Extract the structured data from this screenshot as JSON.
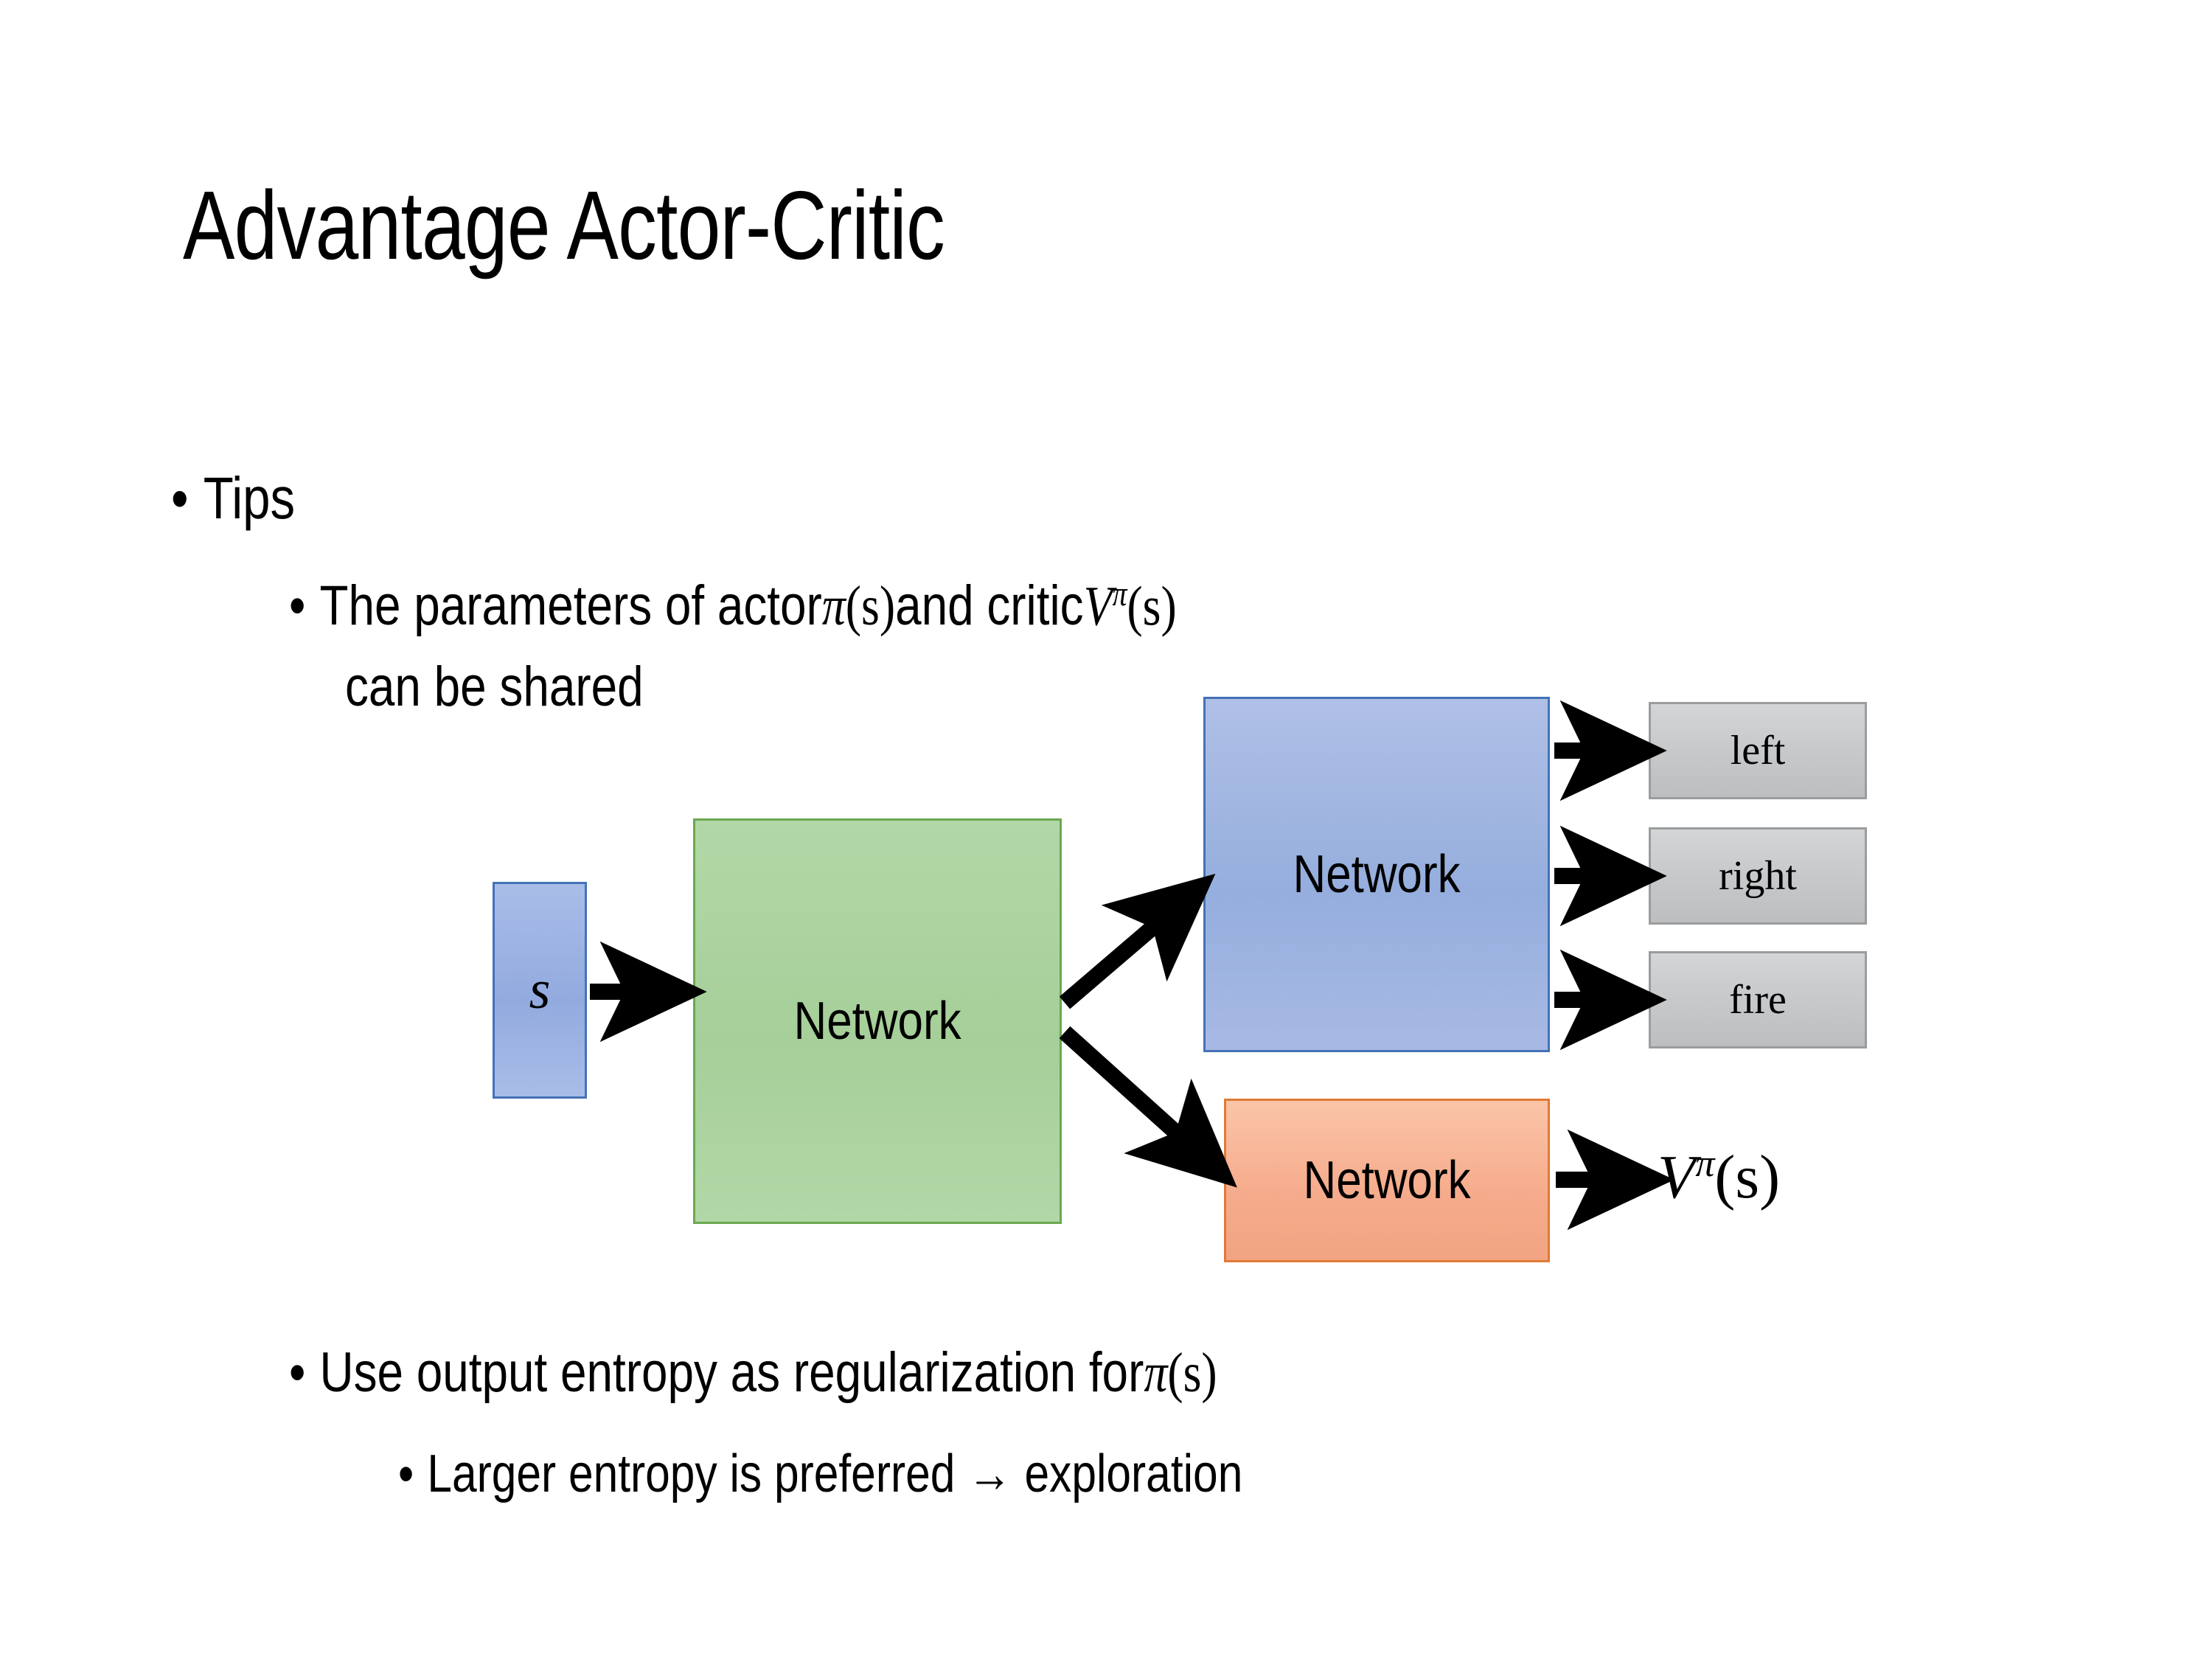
{
  "slide": {
    "title": "Advantage Actor-Critic",
    "background_color": "#ffffff"
  },
  "bullets": {
    "tips": {
      "marker": "•",
      "text": "Tips"
    },
    "params_line1_pre": "The parameters of actor ",
    "params_math_actor_base": "π",
    "params_math_actor_arg": "(s)",
    "params_line1_mid": "  and critic ",
    "params_math_critic_base": "V",
    "params_math_critic_sup": "π",
    "params_math_critic_arg": "(s)",
    "params_line2": "can be shared",
    "entropy_pre": "Use output entropy as regularization for ",
    "entropy_math_base": "π",
    "entropy_math_arg": "(s)",
    "larger": "Larger entropy is preferred → exploration",
    "marker": "•"
  },
  "diagram": {
    "state_box": {
      "label": "s",
      "fill": "#95aedd",
      "border": "#4472b8"
    },
    "shared_network": {
      "label": "Network",
      "fill": "#a6cf99",
      "border": "#6aa84f"
    },
    "actor_network": {
      "label": "Network",
      "fill": "#95aedd",
      "border": "#4472b8"
    },
    "critic_network": {
      "label": "Network",
      "fill": "#f5ab8b",
      "border": "#e07a35"
    },
    "actions": [
      {
        "label": "left"
      },
      {
        "label": "right"
      },
      {
        "label": "fire"
      }
    ],
    "action_box_fill": "#c7c9cb",
    "action_box_border": "#9a9c9e",
    "value_output_base": "V",
    "value_output_sup": "π",
    "value_output_arg": "(s)",
    "arrow_color": "#000000"
  }
}
